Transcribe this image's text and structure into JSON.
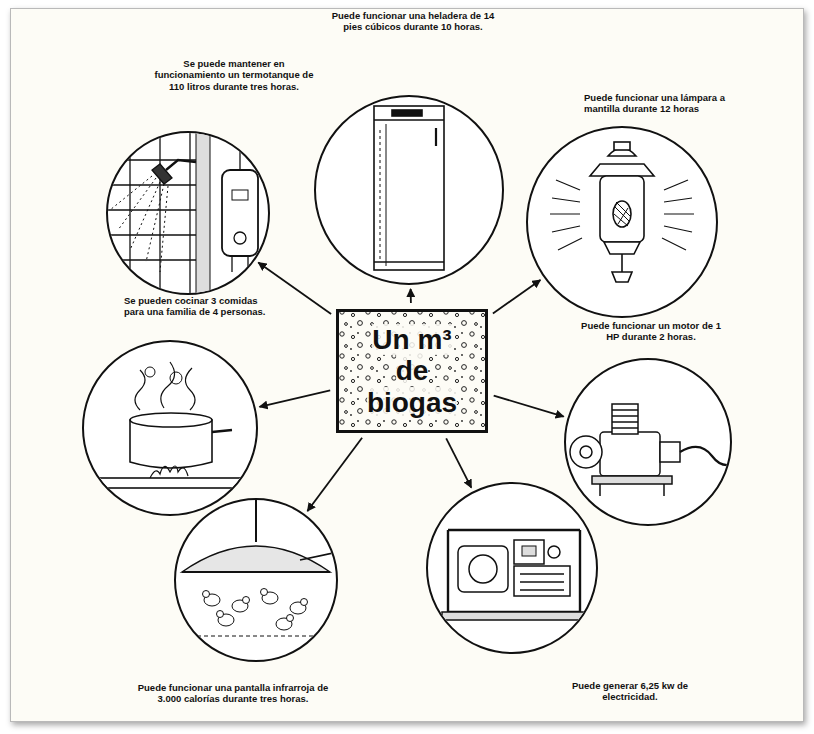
{
  "diagram": {
    "nodes": [
      {
        "text": [
          "Puede funcionar una heladera de 14 pies cúbicos durante 10 horas."
        ]
      },
      {
        "text": [
          "Se puede mantener en funcionamiento un termotanque de 110 litros durante tres horas."
        ]
      },
      {
        "text": [
          "Puede funcionar una lámpara a mantilla durante 12 horas"
        ]
      },
      {
        "text": [
          "Se pueden cocinar 3 comidas para una familia de 4 personas."
        ]
      },
      {
        "text": [
          "Un m³ de biogas"
        ]
      },
      {
        "text": [
          "Puede funcionar un motor de 1 HP durante 2 horas."
        ]
      },
      {
        "text": [
          "Puede funcionar una pantalla infrarroja de 3.000 calorías durante tres horas."
        ]
      },
      {
        "text": [
          "Puede generar 6,25 kw de electricidad."
        ]
      }
    ],
    "edges": [
      {
        "from": 4,
        "to": 0,
        "arrow": "to"
      },
      {
        "from": 4,
        "to": 1,
        "arrow": "to"
      },
      {
        "from": 4,
        "to": 2,
        "arrow": "to"
      },
      {
        "from": 4,
        "to": 3,
        "arrow": "to"
      },
      {
        "from": 4,
        "to": 5,
        "arrow": "to"
      },
      {
        "from": 4,
        "to": 6,
        "arrow": "to"
      },
      {
        "from": 4,
        "to": 7,
        "arrow": "to"
      }
    ]
  }
}
